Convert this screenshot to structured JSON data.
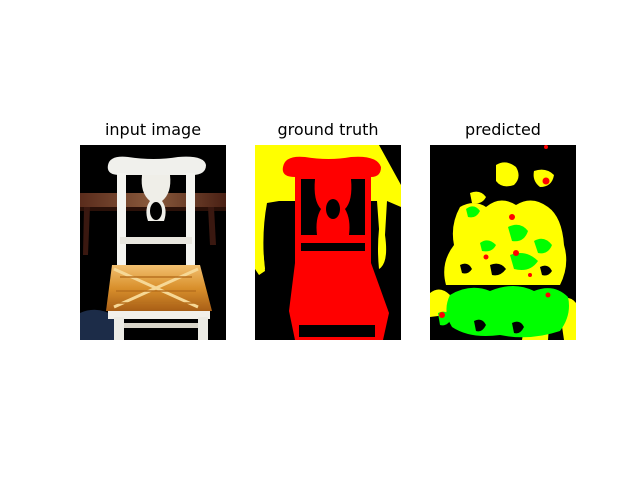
{
  "panels": [
    {
      "title": "input image"
    },
    {
      "title": "ground truth"
    },
    {
      "title": "predicted"
    }
  ],
  "colors": {
    "background": "#000000",
    "class_red": "#ff0000",
    "class_yellow": "#ffff00",
    "class_green": "#00ff00"
  }
}
